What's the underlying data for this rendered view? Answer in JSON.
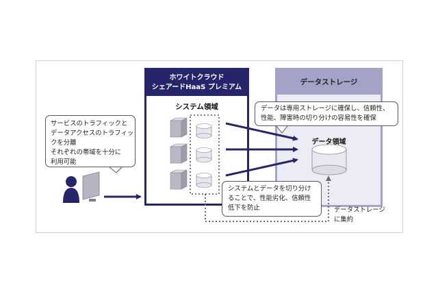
{
  "haas": {
    "title_line1": "ホワイトクラウド",
    "title_line2": "シェアードHaaS プレミアム",
    "system_region": "システム領域"
  },
  "storage": {
    "title": "データストレージ",
    "data_region": "データ領域"
  },
  "bubbles": {
    "traffic": [
      "サービスのトラフィックと",
      "データアクセスのトラフィッ",
      "クを分離",
      "それぞれの帯域を十分に",
      "利用可能"
    ],
    "reliability": [
      "データは専用ストレージに確保し、信頼性、",
      "性能、障害時の切り分けの容易性を確保"
    ],
    "separation": [
      "システムとデータを切り分け",
      "ることで、性能劣化、信頼性",
      "低下を防止"
    ]
  },
  "caption": [
    "データストレージ",
    "に集約"
  ],
  "colors": {
    "navy": "#26246b",
    "lavender": "#a4a2c6",
    "storage_bg": "#ececf4",
    "server_gray": "#b9b9c6"
  }
}
